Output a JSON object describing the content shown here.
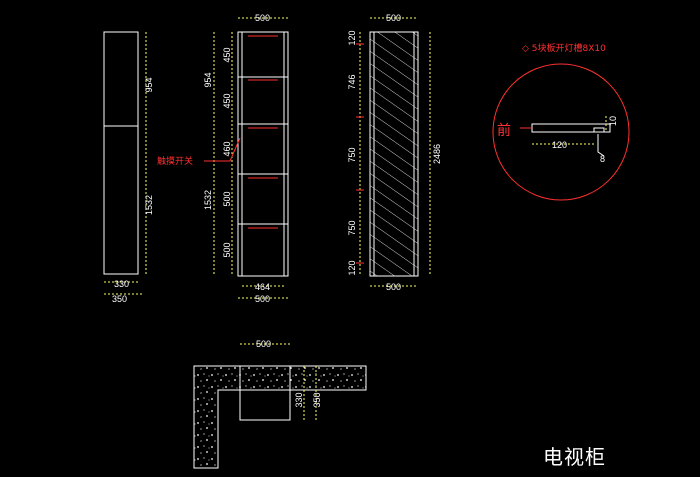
{
  "title": "电视柜",
  "colors": {
    "background": "#000000",
    "line": "#ffffff",
    "dim": "#ffff66",
    "note": "#ff3030"
  },
  "views": {
    "side": {
      "dims": [
        "954",
        "1532",
        "330",
        "350"
      ]
    },
    "front_open": {
      "dims": [
        "500",
        "954",
        "1532",
        "450",
        "450",
        "460",
        "500",
        "500",
        "464",
        "500"
      ],
      "switch_label": "触摸开关"
    },
    "front_door": {
      "dims": [
        "500",
        "120",
        "746",
        "750",
        "750",
        "120",
        "2486",
        "500"
      ]
    },
    "detail": {
      "note": "◇ 5块板开灯槽8X10",
      "front_label": "前",
      "dims": [
        "10",
        "120",
        "8"
      ]
    },
    "plan": {
      "dims": [
        "500",
        "330",
        "350"
      ]
    }
  }
}
